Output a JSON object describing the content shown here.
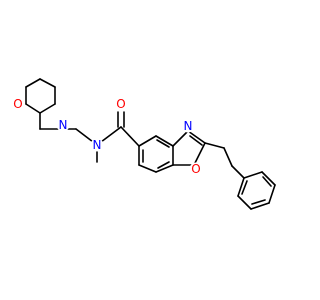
{
  "atoms": {
    "morpholine_oxygen": "O",
    "morpholine_nitrogen": "N",
    "amide_nitrogen": "N",
    "carbonyl_oxygen": "O",
    "oxazole_nitrogen": "N",
    "oxazole_oxygen": "O"
  },
  "colors": {
    "bond": "#000000",
    "oxygen": "#ff0000",
    "nitrogen": "#0000ff",
    "background": "#ffffff"
  }
}
